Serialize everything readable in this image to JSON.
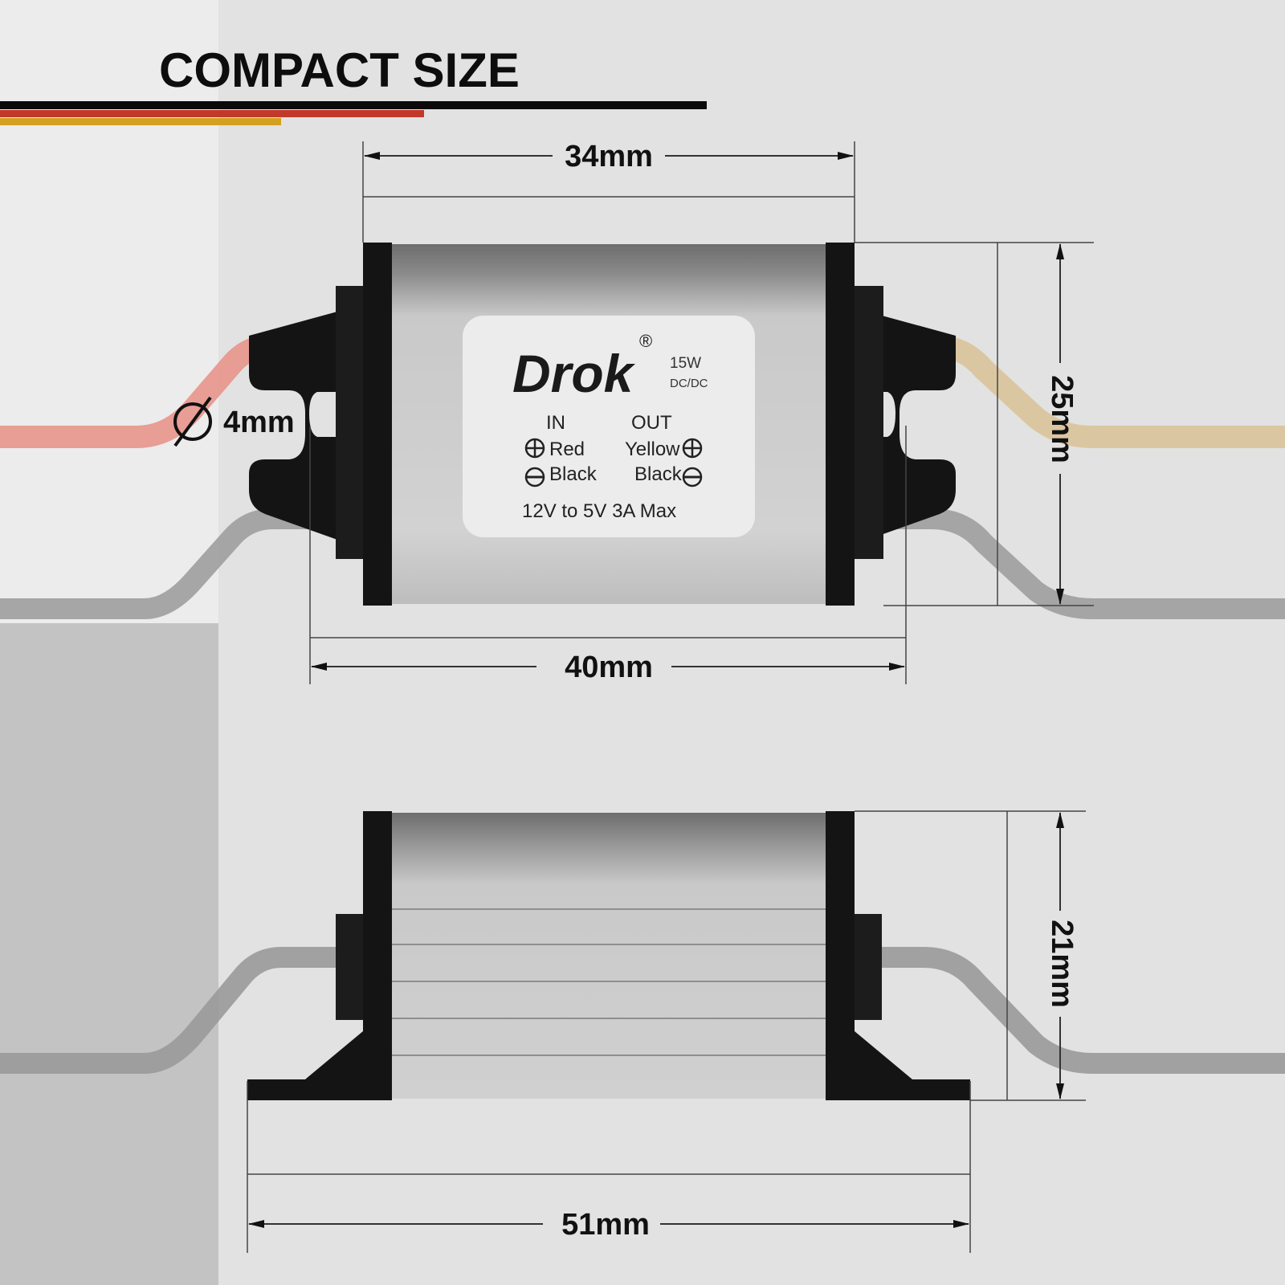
{
  "title": "COMPACT SIZE",
  "colors": {
    "background": "#e2e2e2",
    "left_panel_top": "#ececec",
    "left_panel_bottom": "#c3c3c3",
    "title_bar_black": "#0a0a0a",
    "title_bar_red": "#c0392b",
    "title_bar_gold": "#d4a020",
    "housing_dark": "#111111",
    "aluminum_light": "#c8c8c8",
    "wire_red": "#e88f86",
    "wire_yellow": "#d9c49a",
    "wire_black": "#9a9a9a"
  },
  "dimensions": {
    "top_width": "34mm",
    "wire_diameter": "4mm",
    "height_top": "25mm",
    "mount_width": "40mm",
    "height_side": "21mm",
    "overall_length": "51mm"
  },
  "label": {
    "brand": "Drok",
    "registered": "®",
    "power": "15W",
    "type": "DC/DC",
    "in_header": "IN",
    "out_header": "OUT",
    "in_positive": "Red",
    "in_negative": "Black",
    "out_positive": "Yellow",
    "out_negative": "Black",
    "rating": "12V to 5V 3A Max"
  },
  "icons": {
    "diameter": "diameter-icon",
    "plus": "plus-circle-icon",
    "minus": "minus-circle-icon"
  }
}
